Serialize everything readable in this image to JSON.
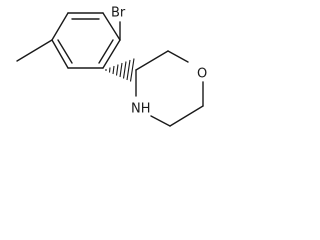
{
  "molecule": {
    "atom_labels": {
      "bromine": "Br",
      "oxygen": "O",
      "nitrogen": "NH"
    }
  }
}
